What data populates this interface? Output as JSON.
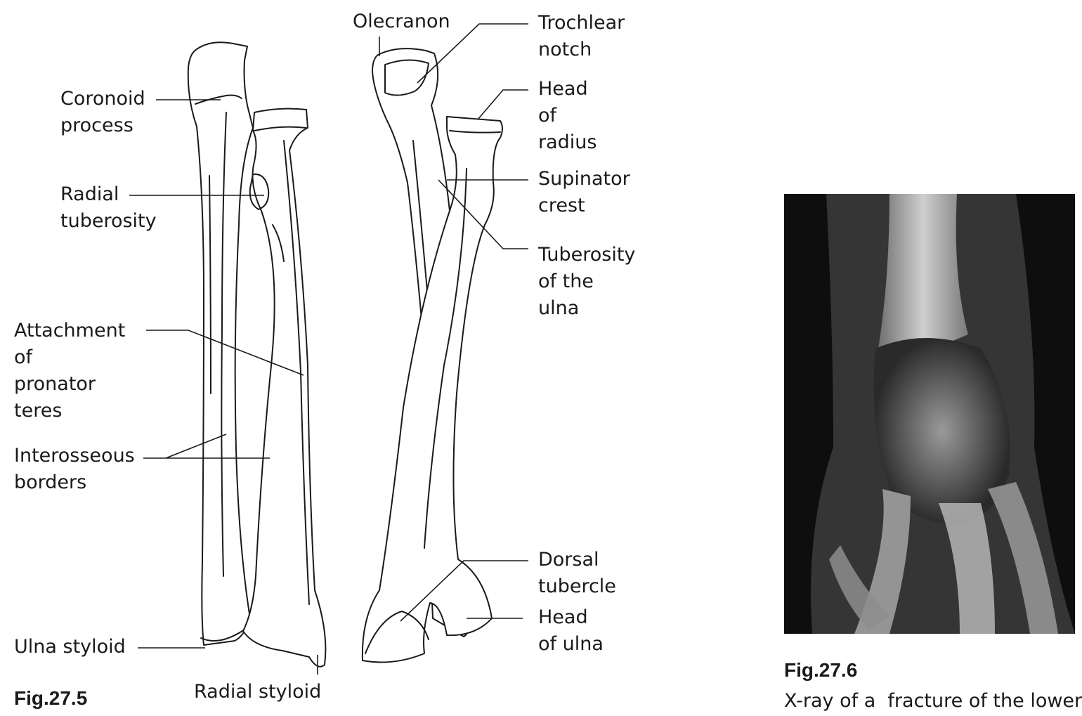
{
  "labels": {
    "coronoid": "Coronoid\nprocess",
    "radial_tuberosity": "Radial\ntuberosity",
    "pronator": "Attachment\nof\npronator\nteres",
    "interosseous": "Interosseous\nborders",
    "ulna_styloid": "Ulna styloid",
    "radial_styloid": "Radial styloid",
    "olecranon": "Olecranon",
    "trochlear": "Trochlear\nnotch",
    "head_radius": "Head\nof\nradius",
    "supinator": "Supinator\ncrest",
    "tuberosity_ulna": "Tuberosity\nof the\nulna",
    "dorsal": "Dorsal\ntubercle",
    "head_ulna": "Head\nof ulna"
  },
  "figures": {
    "fig1": "Fig.27.5",
    "fig2": "Fig.27.6",
    "fig2_caption": "X-ray of a  fracture of the lower"
  }
}
